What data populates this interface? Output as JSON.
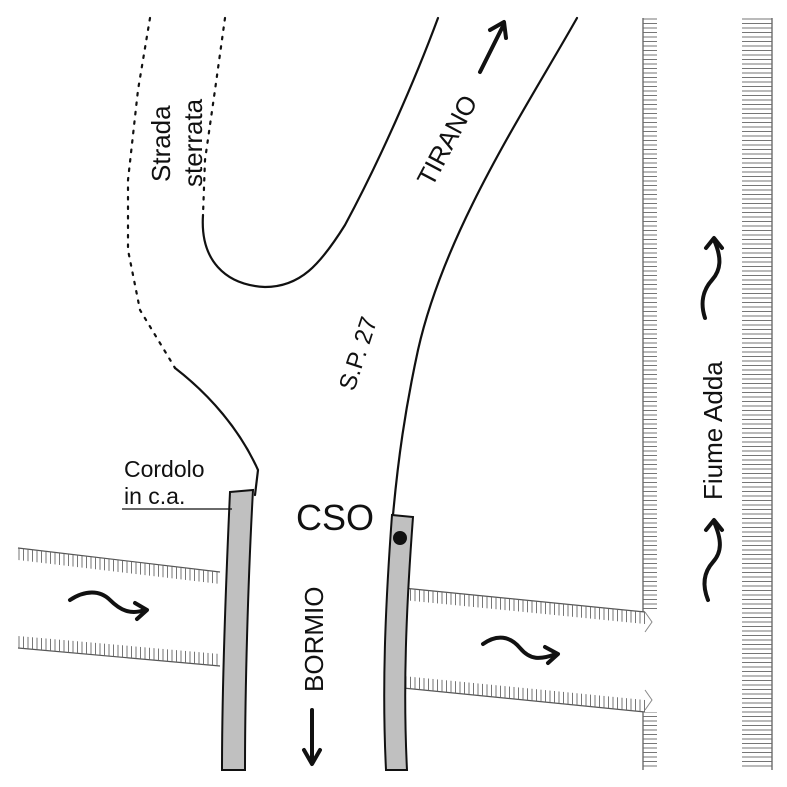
{
  "labels": {
    "strada_line1": "Strada",
    "strada_line2": "sterrata",
    "tirano": "TIRANO",
    "sp27": "S.P. 27",
    "cordolo_line1": "Cordolo",
    "cordolo_line2": "in c.a.",
    "cso": "CSO",
    "bormio": "BORMIO",
    "fiume": "Fiume Adda"
  },
  "colors": {
    "line": "#111111",
    "curb_fill": "#c0c0c0",
    "bank_hatch": "#555555",
    "background": "#ffffff"
  },
  "icons": {
    "flow": "wavy-arrow-icon",
    "direction": "straight-arrow-icon",
    "station": "dot-marker-icon"
  }
}
